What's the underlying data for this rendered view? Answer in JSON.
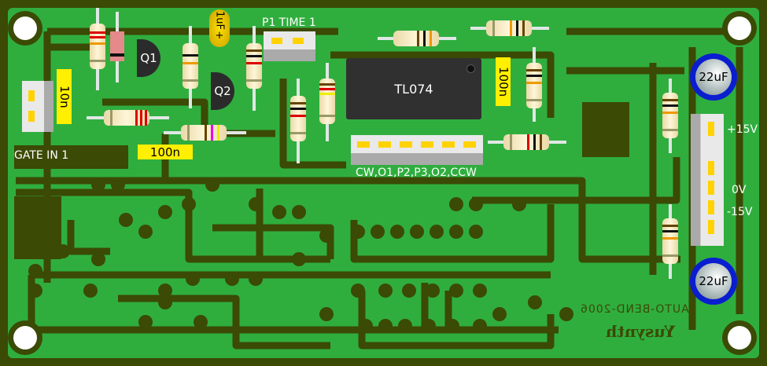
{
  "board": {
    "colors": {
      "copper": "#2fae3e",
      "substrate": "#3b4a05",
      "pad_hole": "#ffffff"
    },
    "ic": {
      "label": "TL074"
    },
    "transistors": [
      {
        "label": "Q1"
      },
      {
        "label": "Q2"
      }
    ],
    "capacitors": {
      "c_10n": "10n",
      "c_100n_left": "100n",
      "c_100n_ic": "100n",
      "c_1uf": "1uF",
      "c_1uf_plus": "+",
      "elec_top": "22uF",
      "elec_bottom": "22uF"
    },
    "labels": {
      "p1_time": "P1 TIME 1",
      "gate_in": "GATE IN 1",
      "pot_header": "CW,O1,P2,P3,O2,CCW",
      "plus15": "+15V",
      "zero_v": "0V",
      "minus15": "-15V",
      "title": "AUTO-BEND-2006",
      "author": "Yusynth"
    }
  }
}
